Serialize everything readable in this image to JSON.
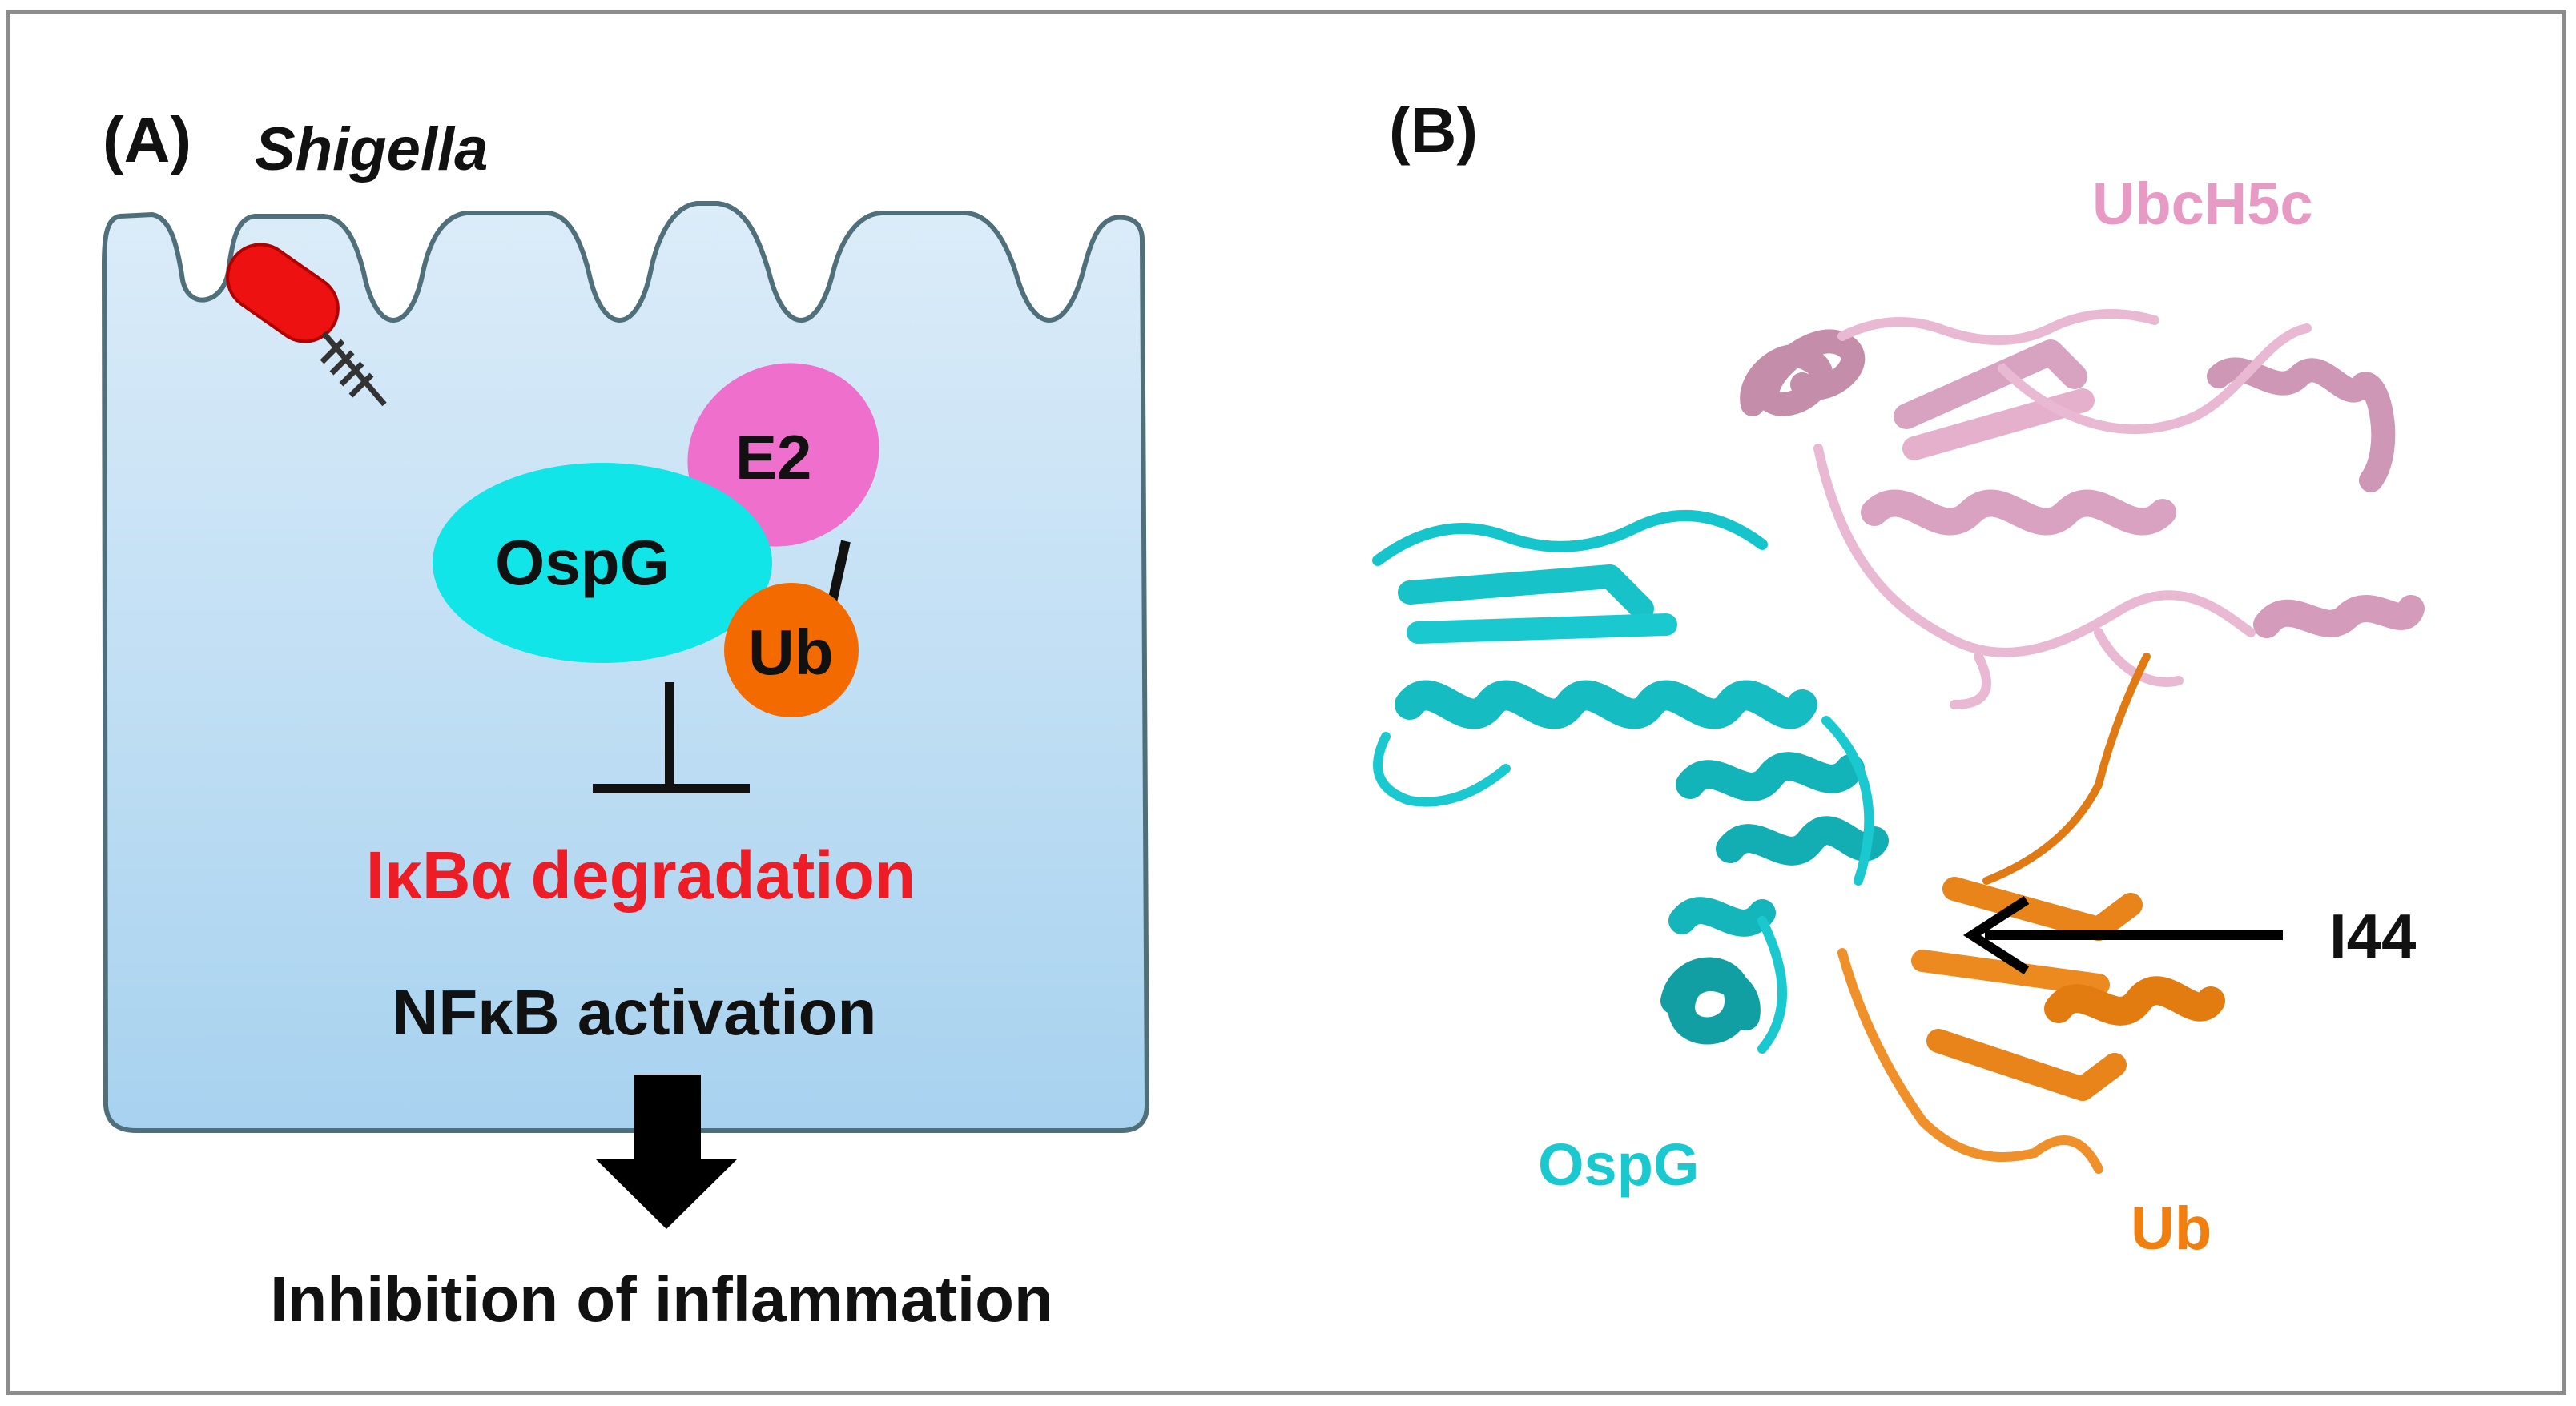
{
  "panel_a": {
    "label": "(A)",
    "organism": "Shigella",
    "e2_label": "E2",
    "ospg_label": "OspG",
    "ub_label": "Ub",
    "degradation_text": "IκBα degradation",
    "nfkb_text": "NFκB activation",
    "outcome_text": "Inhibition of inflammation"
  },
  "panel_b": {
    "label": "(B)",
    "ubch5c_label": "UbcH5c",
    "ospg_label": "OspG",
    "ub_label": "Ub",
    "residue_label": "I44"
  },
  "colors": {
    "cell_top": "#d9eaf8",
    "cell_bottom": "#a9d3f0",
    "cell_outline": "#4f6f7a",
    "bacterium": "#ee1111",
    "e2": "#ef6fcc",
    "ospg": "#11e5e8",
    "ub": "#f26a00",
    "degradation_text": "#ee1c24",
    "ubch5c": "#e79ac4",
    "ubch5c_ribbon": "#e9b8d2",
    "ospg_b": "#19c9cf",
    "ub_b": "#f07f0f"
  }
}
